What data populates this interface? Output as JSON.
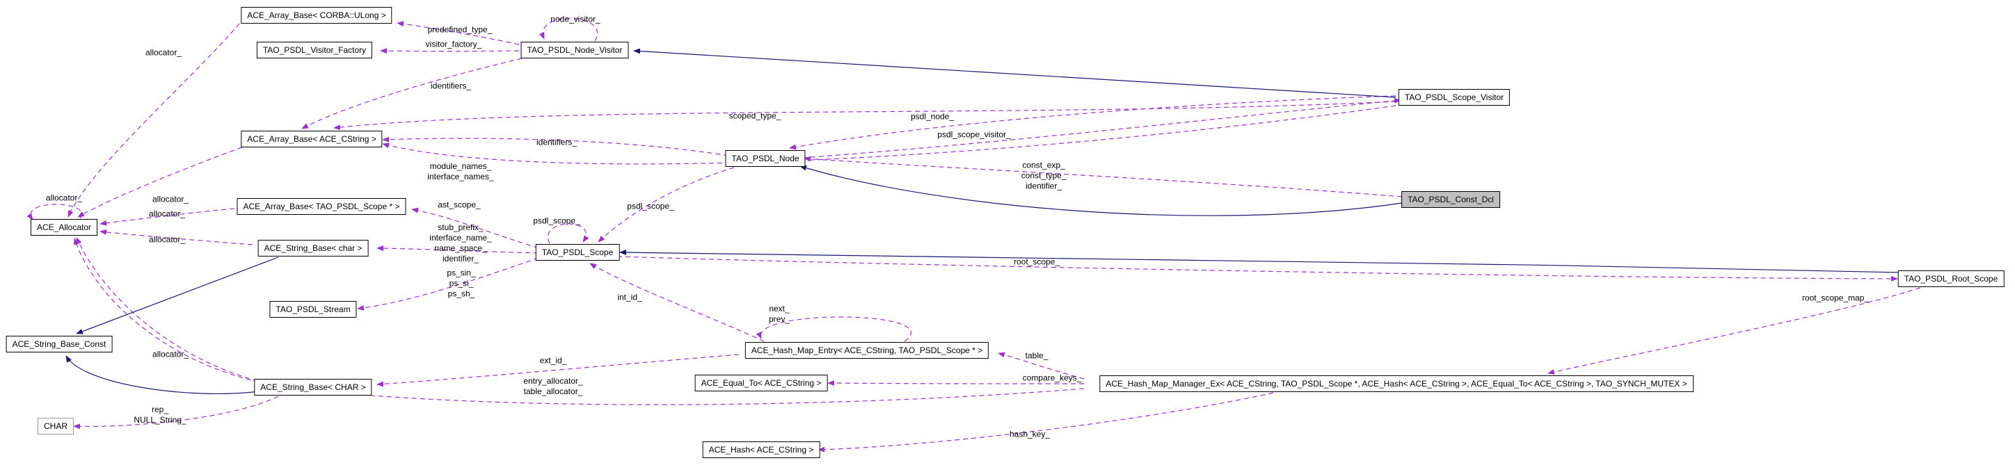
{
  "diagram": {
    "kind": "doxygen-collaboration-graph",
    "colors": {
      "member_edge": "#9a32cd",
      "inheritance_edge": "#191970",
      "box_border": "#000000",
      "box_fill": "#ffffff",
      "selected_fill": "#bfbfbf",
      "external_border": "#9a9a9a"
    },
    "nodes": {
      "array_ulong": {
        "label": "ACE_Array_Base< CORBA::ULong >"
      },
      "visitor_factory": {
        "label": "TAO_PSDL_Visitor_Factory"
      },
      "node_visitor": {
        "label": "TAO_PSDL_Node_Visitor"
      },
      "scope_visitor": {
        "label": "TAO_PSDL_Scope_Visitor"
      },
      "array_cstring": {
        "label": "ACE_Array_Base< ACE_CString >"
      },
      "psdl_node": {
        "label": "TAO_PSDL_Node"
      },
      "const_dcl": {
        "label": "TAO_PSDL_Const_Dcl"
      },
      "array_scope": {
        "label": "ACE_Array_Base< TAO_PSDL_Scope * >"
      },
      "string_char": {
        "label": "ACE_String_Base< char >"
      },
      "psdl_scope": {
        "label": "TAO_PSDL_Scope"
      },
      "root_scope": {
        "label": "TAO_PSDL_Root_Scope"
      },
      "stream": {
        "label": "TAO_PSDL_Stream"
      },
      "string_const": {
        "label": "ACE_String_Base_Const"
      },
      "allocator": {
        "label": "ACE_Allocator"
      },
      "string_CHAR": {
        "label": "ACE_String_Base< CHAR >"
      },
      "hash_map_entry": {
        "label": "ACE_Hash_Map_Entry< ACE_CString, TAO_PSDL_Scope * >"
      },
      "equal_to": {
        "label": "ACE_Equal_To< ACE_CString >"
      },
      "hash_map_manager": {
        "label": "ACE_Hash_Map_Manager_Ex< ACE_CString, TAO_PSDL_Scope *, ACE_Hash< ACE_CString >, ACE_Equal_To< ACE_CString >, TAO_SYNCH_MUTEX >"
      },
      "hash": {
        "label": "ACE_Hash< ACE_CString >"
      },
      "char_type": {
        "label": "CHAR"
      }
    },
    "edge_labels": {
      "alloc_ulong": {
        "text": "allocator_"
      },
      "predefined_type": {
        "text": "predefined_type_"
      },
      "visitor_factory": {
        "text": "visitor_factory_"
      },
      "identifiers_nv": {
        "text": "identifiers_"
      },
      "node_visitor_loop": {
        "text": "node_visitor_"
      },
      "scoped_type": {
        "text": "scoped_type_"
      },
      "psdl_node": {
        "text": "psdl_node_"
      },
      "psdl_scope_visitor": {
        "text": "psdl_scope_visitor_"
      },
      "identifiers_node": {
        "text": "identifiers_"
      },
      "module_interface": {
        "text": "module_names_\ninterface_names_"
      },
      "alloc_cstring": {
        "text": "allocator_"
      },
      "alloc_self": {
        "text": "allocator_"
      },
      "ast_scope": {
        "text": "ast_scope_"
      },
      "alloc_scope_array": {
        "text": "allocator_"
      },
      "alloc_char": {
        "text": "allocator_"
      },
      "stub_prefix_block": {
        "text": "stub_prefix_\ninterface_name_\nname_space_\nidentifier_"
      },
      "psdl_scope_loop": {
        "text": "psdl_scope_"
      },
      "psdl_scope_node": {
        "text": "psdl_scope_"
      },
      "const_exp_block": {
        "text": "const_exp_\nconst_type_\nidentifier_"
      },
      "ps_block": {
        "text": "ps_sin_\nps_si_\nps_sh_"
      },
      "root_scope": {
        "text": "root_scope_"
      },
      "int_id": {
        "text": "int_id_"
      },
      "next_prev": {
        "text": "next_\nprev_"
      },
      "ext_id": {
        "text": "ext_id_"
      },
      "alloc_CHAR": {
        "text": "allocator_"
      },
      "entry_table_alloc": {
        "text": "entry_allocator_\ntable_allocator_"
      },
      "table": {
        "text": "table_"
      },
      "compare_keys": {
        "text": "compare_keys_"
      },
      "root_scope_map": {
        "text": "root_scope_map_"
      },
      "hash_key": {
        "text": "hash_key_"
      },
      "rep_null": {
        "text": "rep_\nNULL_String_"
      }
    }
  }
}
